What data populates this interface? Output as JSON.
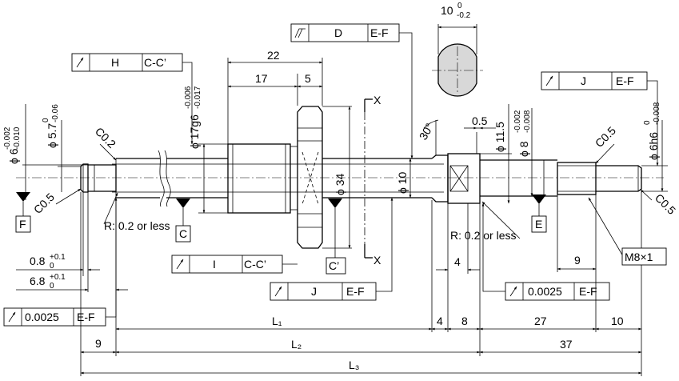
{
  "frames": {
    "d_ef": {
      "symbol": "runout-total-icon",
      "datum_letter": "D",
      "ref": "E-F"
    },
    "h_cc": {
      "symbol": "runout-icon",
      "datum_letter": "H",
      "ref": "C-C’"
    },
    "i_cc": {
      "symbol": "runout-icon",
      "datum_letter": "I",
      "ref": "C-C’"
    },
    "j_ef_top": {
      "symbol": "runout-icon",
      "datum_letter": "J",
      "ref": "E-F"
    },
    "j_ef_mid": {
      "symbol": "runout-icon",
      "datum_letter": "J",
      "ref": "E-F"
    },
    "tol_left": {
      "symbol": "runout-icon",
      "value": "0.0025",
      "ref": "E-F"
    },
    "tol_right": {
      "symbol": "runout-icon",
      "value": "0.0025",
      "ref": "E-F"
    }
  },
  "dims": {
    "flat_width": "10",
    "flat_tol_upper": "0",
    "flat_tol_lower": "-0.2",
    "d22": "22",
    "d17": "17",
    "d5": "5",
    "flange_dia": "ϕ 17g6",
    "flange_dia_upper": "-0.006",
    "flange_dia_lower": "-0.017",
    "left_dia": "ϕ 6",
    "left_dia_upper": "-0.002",
    "left_dia_lower": "-0.010",
    "left_small_dia": "ϕ 5.7",
    "left_small_upper": "0",
    "left_small_lower": "-0.06",
    "c02": "C0.2",
    "c05_left": "C0.5",
    "dia34": "ϕ 34",
    "dia10": "ϕ 10",
    "angle30": "30°",
    "d05": "0.5",
    "dia115": "ϕ 11.5",
    "dia8": "ϕ 8",
    "dia8_upper": "-0.002",
    "dia8_lower": "-0.008",
    "c05_right_top": "C0.5",
    "dia6h6": "ϕ 6h6",
    "dia6h6_upper": "0",
    "dia6h6_lower": "-0.008",
    "c05_right_end": "C0.5",
    "r02_left": "R: 0.2 or less",
    "r02_right": "R: 0.2 or less",
    "d08": "0.8",
    "d08_upper": "+0.1",
    "d08_lower": "0",
    "d68": "6.8",
    "d68_upper": "+0.1",
    "d68_lower": "0",
    "d4_small": "4",
    "d9_right": "9",
    "m8": "M8×1",
    "l1": "L₁",
    "d4": "4",
    "d8": "8",
    "d27": "27",
    "d10_end": "10",
    "d9_left": "9",
    "l2": "L₂",
    "d37": "37",
    "l3": "L₃"
  },
  "datums": {
    "c": "C",
    "c_prime": "C’",
    "e": "E",
    "f": "F",
    "x_top": "X",
    "x_bottom": "X"
  }
}
